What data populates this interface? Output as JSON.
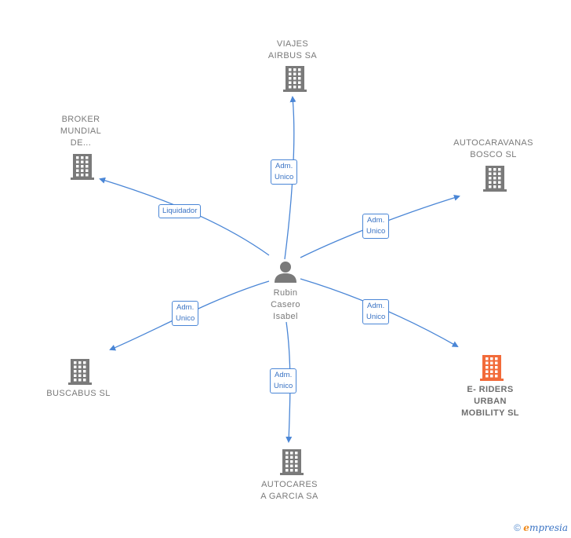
{
  "center": {
    "name": [
      "Rubin",
      "Casero",
      "Isabel"
    ],
    "icon": "person-icon"
  },
  "companies": [
    {
      "id": "viajes",
      "name": [
        "VIAJES",
        "AIRBUS SA"
      ],
      "icon": "building-icon",
      "highlight": false
    },
    {
      "id": "broker",
      "name": [
        "BROKER",
        "MUNDIAL",
        "DE..."
      ],
      "icon": "building-icon",
      "highlight": false
    },
    {
      "id": "autocaravanas",
      "name": [
        "AUTOCARAVANAS",
        "BOSCO  SL"
      ],
      "icon": "building-icon",
      "highlight": false
    },
    {
      "id": "buscabus",
      "name": [
        "BUSCABUS  SL"
      ],
      "icon": "building-icon",
      "highlight": false
    },
    {
      "id": "eriders",
      "name": [
        "E- RIDERS",
        "URBAN",
        "MOBILITY  SL"
      ],
      "icon": "building-icon",
      "highlight": true
    },
    {
      "id": "autocares",
      "name": [
        "AUTOCARES",
        "A GARCIA SA"
      ],
      "icon": "building-icon",
      "highlight": false
    }
  ],
  "relations": [
    {
      "target": "viajes",
      "label": [
        "Adm.",
        "Unico"
      ]
    },
    {
      "target": "broker",
      "label": [
        "Liquidador"
      ]
    },
    {
      "target": "autocaravanas",
      "label": [
        "Adm.",
        "Unico"
      ]
    },
    {
      "target": "buscabus",
      "label": [
        "Adm.",
        "Unico"
      ]
    },
    {
      "target": "eriders",
      "label": [
        "Adm.",
        "Unico"
      ]
    },
    {
      "target": "autocares",
      "label": [
        "Adm.",
        "Unico"
      ]
    }
  ],
  "colors": {
    "edge": "#4a86d6",
    "building": "#7a7a7a",
    "building_highlight": "#f26b3a",
    "person": "#7a7a7a"
  },
  "footer": {
    "copyright": "©",
    "brand_initial": "e",
    "brand_rest": "mpresia"
  }
}
